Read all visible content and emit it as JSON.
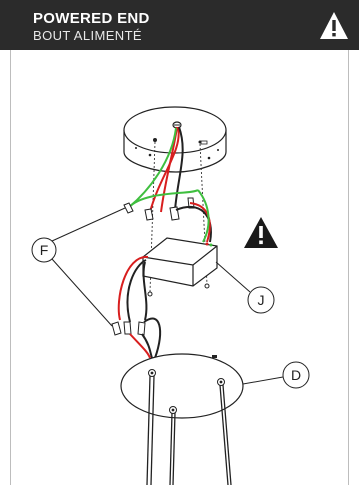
{
  "header": {
    "title": "POWERED END",
    "subtitle": "BOUT ALIMENTÉ",
    "background": "#2b2b2b",
    "warning_icon": "warning-triangle-icon"
  },
  "callouts": {
    "f": "F",
    "j": "J",
    "d": "D"
  },
  "colors": {
    "wire_red": "#d81e1e",
    "wire_green": "#3fbf3f",
    "wire_black": "#222222",
    "line": "#333333"
  }
}
